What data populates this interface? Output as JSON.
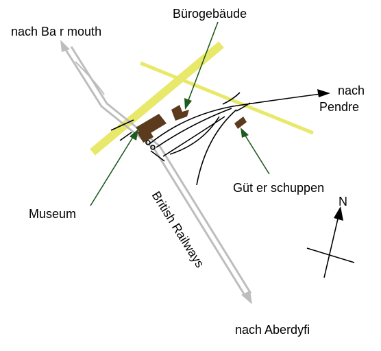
{
  "labels": {
    "to_barmouth": "nach  Ba r mouth",
    "office": "Bürogebäude",
    "to_pendre_1": "nach",
    "to_pendre_2": "Pendre",
    "goods_shed": "Güt er schuppen",
    "museum": "Museum",
    "railway": "British Railways",
    "north": "N",
    "to_aberdyfi": "nach Aberdyfi"
  },
  "colors": {
    "road": "#e8e86a",
    "building": "#5b3a1e",
    "pointer": "#1e5a1e",
    "mainline": "#bdbdbd",
    "track": "#000000"
  },
  "icons": {
    "compass": "north-arrow-icon"
  }
}
